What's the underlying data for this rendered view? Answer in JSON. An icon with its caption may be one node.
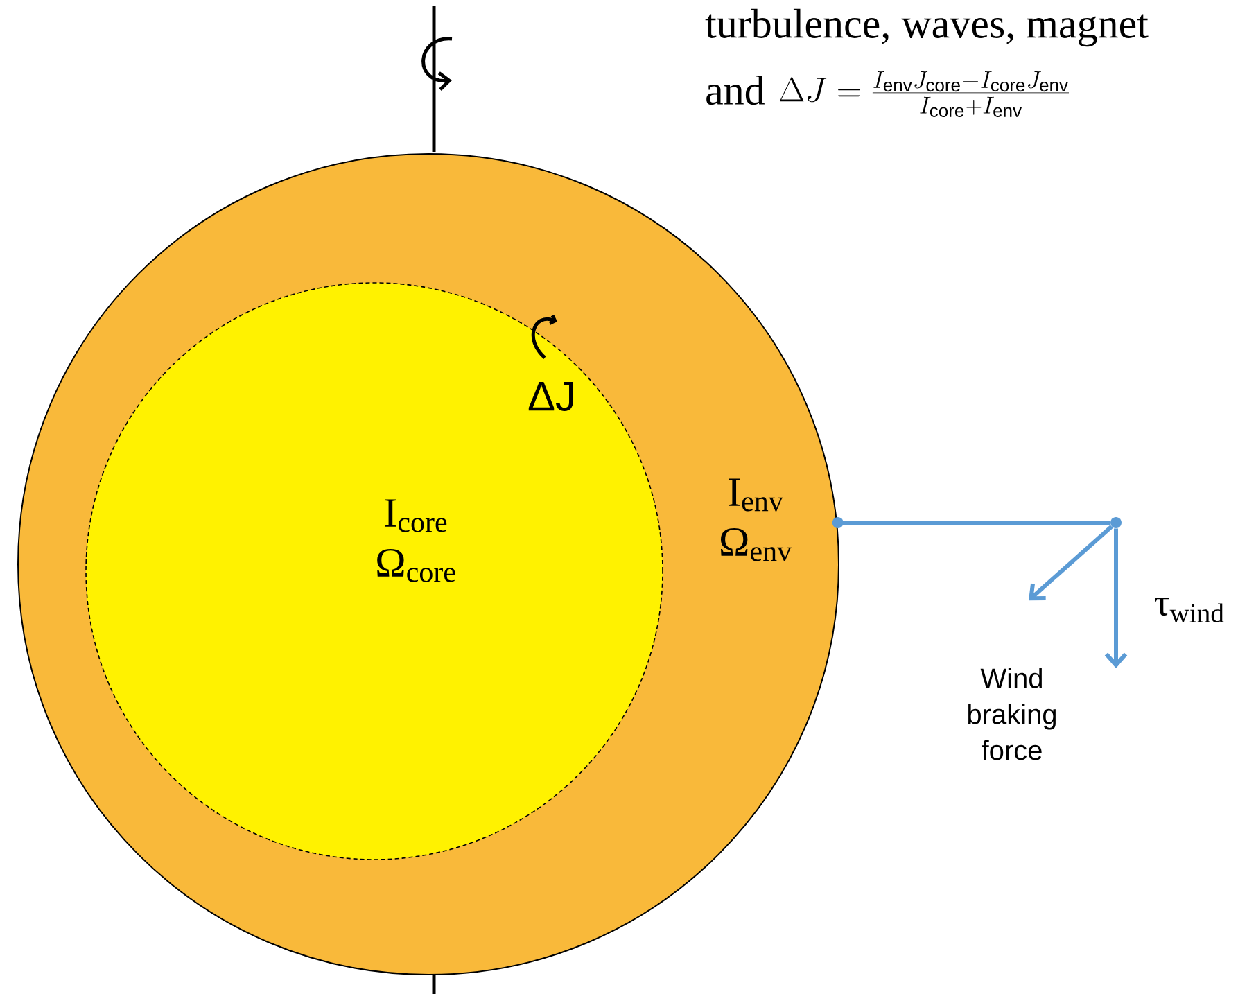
{
  "diagram": {
    "nodes": [
      {
        "text": [
          "I$_{env}$ Ω$_{env}$"
        ]
      },
      {
        "text": [
          "I$_{core}$ Ω$_{core}$"
        ],
        "in": 0
      },
      {
        "text": [],
        "shape": "circle"
      },
      {
        "text": [
          "Wind braking force"
        ]
      }
    ],
    "edges": [
      {
        "from": 0,
        "to": 2,
        "arrow": "other"
      },
      {
        "from": 2,
        "to": 3,
        "arrow": "to"
      },
      {
        "from": 2,
        "to": null,
        "arrow": "to",
        "label": "τ$_{wind}$"
      }
    ],
    "labels": [
      "turbulence, waves, magnet",
      "and",
      "\\Delta J = \\frac{I_{\\mathrm{env}} J_{\\mathrm{core}} - I_{\\mathrm{core}} J_{\\mathrm{env}}}{I_{\\mathrm{core}} + I_{\\mathrm{env}}}",
      "ΔJ"
    ]
  }
}
